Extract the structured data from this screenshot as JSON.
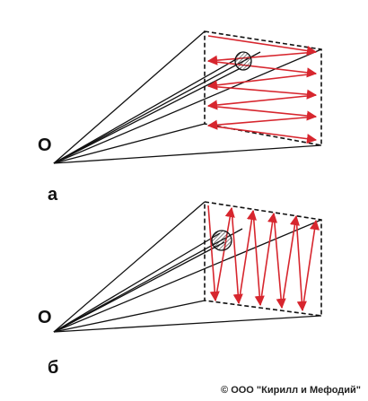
{
  "panels": [
    {
      "label": "а",
      "origin_label": "О",
      "scan_direction": "horizontal",
      "scan_lines": 5
    },
    {
      "label": "б",
      "origin_label": "О",
      "scan_direction": "vertical",
      "scan_lines": 5
    }
  ],
  "copyright": "© ООО \"Кирилл и Мефодий\"",
  "colors": {
    "scan": "#d7262e",
    "frame": "#111111",
    "object_hatch": "#333333"
  }
}
